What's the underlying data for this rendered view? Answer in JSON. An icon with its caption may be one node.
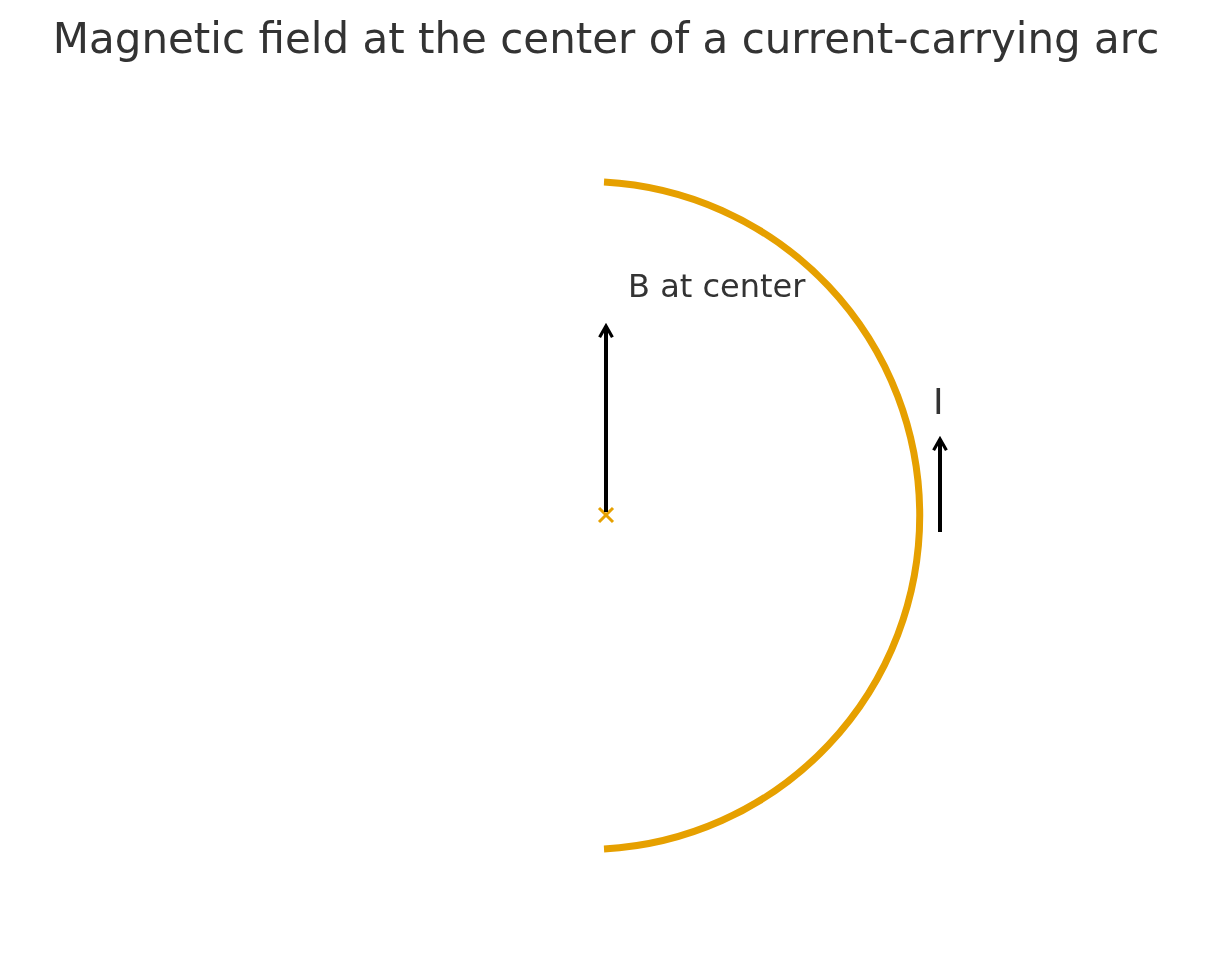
{
  "diagram": {
    "title": "Magnetic field at the center of a current-carrying arc",
    "labels": [
      "B at center",
      "I"
    ]
  }
}
